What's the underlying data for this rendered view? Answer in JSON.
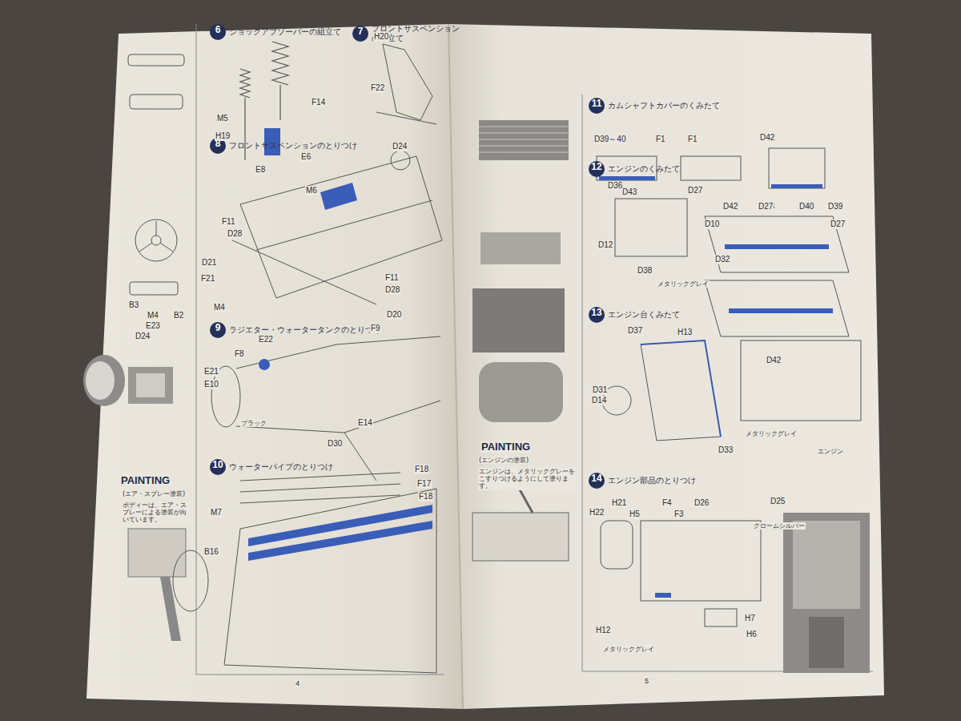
{
  "diagram": {
    "nodes": [
      {
        "text": [
          "6",
          "ショックアブソーバーの組立て"
        ]
      },
      {
        "text": [
          "7",
          "フロントサスペンションの組立て"
        ]
      },
      {
        "text": [
          "8",
          "フロントサスペンションのとりつけ"
        ]
      },
      {
        "text": [
          "9",
          "ラジエター・ウォータータンクのとりつけ"
        ]
      },
      {
        "text": [
          "10",
          "ウォーターパイプのとりつけ"
        ]
      },
      {
        "text": [
          "11",
          "カムシャフトカバーのくみたて"
        ]
      },
      {
        "text": [
          "12",
          "エンジンのくみたて"
        ]
      },
      {
        "text": [
          "13",
          "エンジン台くみたて"
        ]
      },
      {
        "text": [
          "14",
          "エンジン部品のとりつけ"
        ]
      }
    ],
    "labels": [
      "F14",
      "M5",
      "H19",
      "E8",
      "E6",
      "M6",
      "H20",
      "F22",
      "D24",
      "F11",
      "D28",
      "D21",
      "F21",
      "M4",
      "F11",
      "D28",
      "D20",
      "F9",
      "E22",
      "F8",
      "E21",
      "E10",
      "D30",
      "E14",
      "F18",
      "F17",
      "F18",
      "M7",
      "B16",
      "B3",
      "M4",
      "B2",
      "E23",
      "D24",
      "PAINTING",
      "(エア・スプレー塗装)",
      "ボディーは、エア・スプレーによる塗装が向いています。",
      "4",
      "D39～40",
      "F1",
      "F1",
      "D42",
      "D43",
      "D27",
      "D44",
      "D36",
      "D42",
      "D27",
      "D40",
      "D39",
      "D10",
      "D27",
      "D12",
      "D32",
      "D38",
      "メタリックグレイ",
      "D42",
      "D37",
      "H13",
      "D31",
      "D14",
      "D33",
      "メタリックグレイ",
      "エンジン",
      "H21",
      "H5",
      "F4",
      "F3",
      "D26",
      "D25",
      "H22",
      "H7",
      "H12",
      "H6",
      "メタリックグレイ",
      "PAINTING",
      "(エンジンの塗装)",
      "エンジンは、メタリックグレーをこすりつけるようにして塗ります。",
      "5",
      "クロームシルバー",
      "ブラック"
    ]
  }
}
